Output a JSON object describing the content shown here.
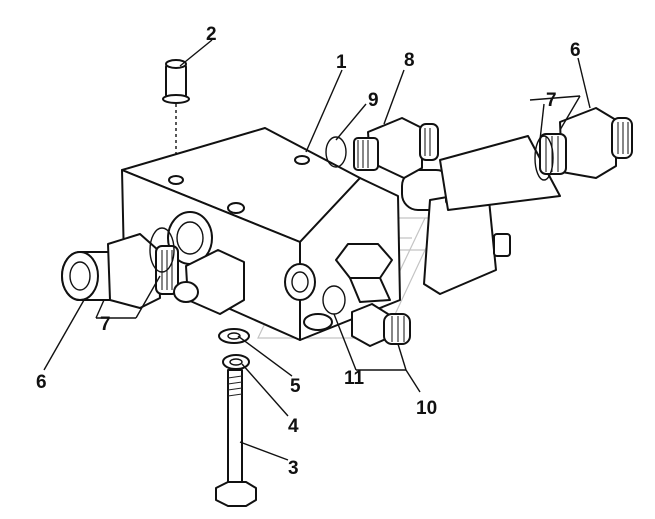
{
  "callouts": {
    "c1": "1",
    "c2": "2",
    "c3": "3",
    "c4": "4",
    "c5": "5",
    "c6_left": "6",
    "c6_right": "6",
    "c7_left": "7",
    "c7_right": "7",
    "c8": "8",
    "c9": "9",
    "c10": "10",
    "c11": "11"
  }
}
